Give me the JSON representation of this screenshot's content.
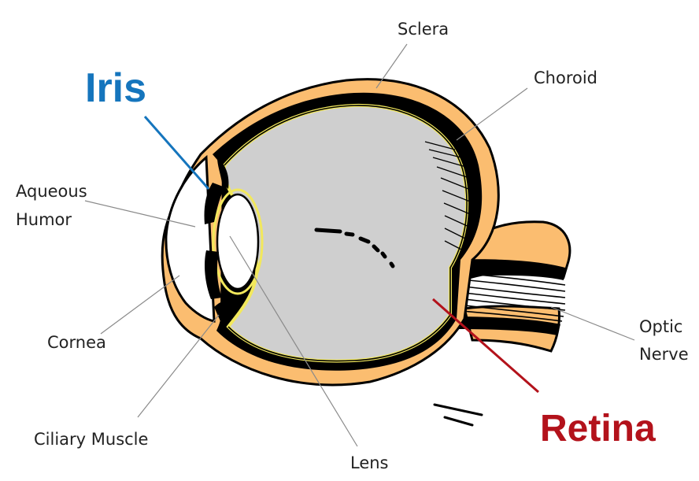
{
  "labels": {
    "sclera": "Sclera",
    "choroid": "Choroid",
    "iris": "Iris",
    "aqueous_humor_1": "Aqueous",
    "aqueous_humor_2": "Humor",
    "cornea": "Cornea",
    "ciliary_muscle": "Ciliary Muscle",
    "lens": "Lens",
    "optic_nerve_1": "Optic",
    "optic_nerve_2": "Nerve",
    "retina": "Retina"
  },
  "colors": {
    "sclera_fill": "#fbbd70",
    "vitreous_fill": "#cfcfcf",
    "retina_line": "#f2e85c",
    "iris_label": "#1575bd",
    "retina_label": "#b3121b",
    "outline": "#000000",
    "leader_line": "#8a8a8a"
  }
}
